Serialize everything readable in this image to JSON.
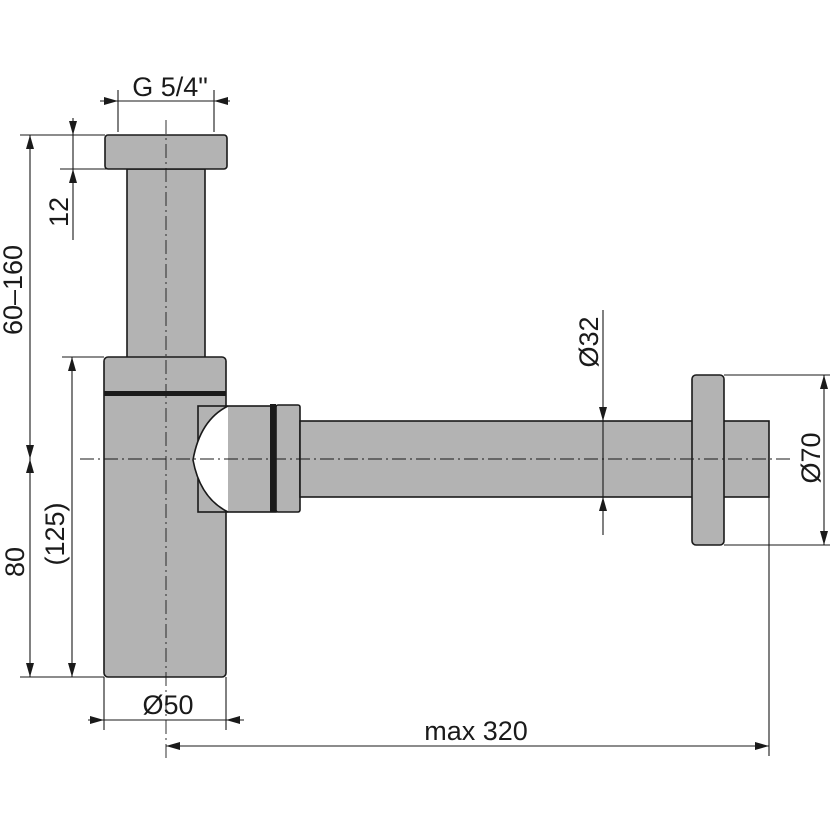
{
  "dimensions": {
    "thread": "G 5/4\"",
    "collar_height": "12",
    "height_range": "60–160",
    "outlet_height": "80",
    "body_height": "(125)",
    "body_diameter": "Ø50",
    "pipe_diameter": "Ø32",
    "flange_diameter": "Ø70",
    "max_length": "max 320"
  }
}
